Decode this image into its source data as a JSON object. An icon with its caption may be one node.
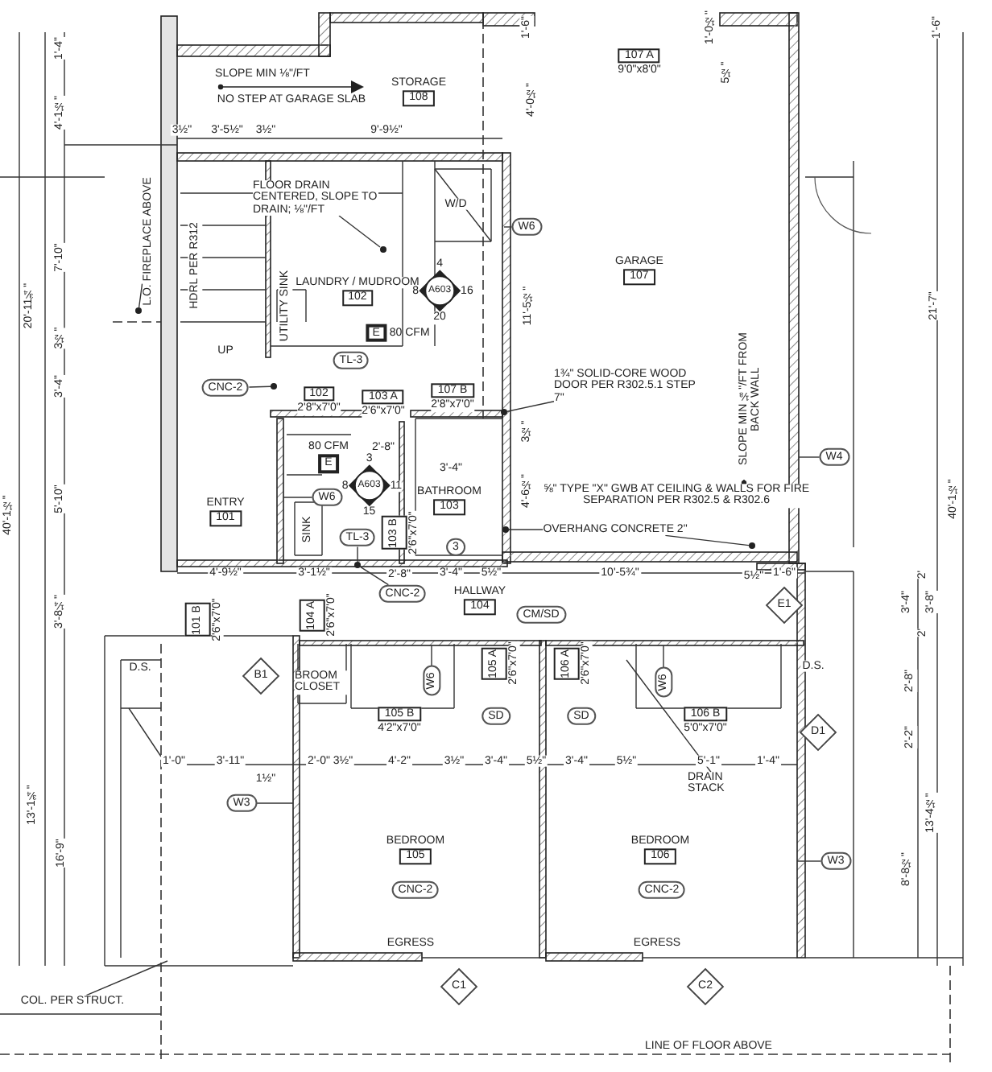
{
  "diagram": {
    "nodes": [
      {
        "text": [
          "108"
        ],
        "beside": [
          "STORAGE"
        ]
      },
      {
        "text": [
          "107 A"
        ],
        "beside": [
          "9'0\"x8'0\""
        ]
      },
      {
        "text": [
          "102"
        ],
        "beside": [
          "LAUNDRY / MUDROOM"
        ]
      },
      {
        "text": [
          "107"
        ],
        "beside": [
          "GARAGE"
        ]
      },
      {
        "text": [
          "A603"
        ],
        "beside": [
          "4",
          "8",
          "16",
          "20"
        ]
      },
      {
        "text": [
          "W6"
        ]
      },
      {
        "text": [
          "E"
        ],
        "beside": [
          "80 CFM"
        ]
      },
      {
        "text": [
          "TL-3"
        ]
      },
      {
        "text": [
          "CNC-2"
        ]
      },
      {
        "text": [
          "102"
        ],
        "beside": [
          "2'8\"x7'0\""
        ]
      },
      {
        "text": [
          "103 A"
        ],
        "beside": [
          "2'6\"x7'0\""
        ]
      },
      {
        "text": [
          "107 B"
        ],
        "beside": [
          "2'8\"x7'0\""
        ]
      },
      {
        "text": [
          "E"
        ],
        "beside": [
          "80 CFM"
        ]
      },
      {
        "text": [
          "A603"
        ],
        "beside": [
          "3",
          "8",
          "11",
          "15"
        ]
      },
      {
        "text": [
          "W6"
        ]
      },
      {
        "text": [
          "TL-3"
        ]
      },
      {
        "text": [
          "101"
        ],
        "beside": [
          "ENTRY"
        ]
      },
      {
        "text": [
          "103"
        ],
        "beside": [
          "BATHROOM"
        ]
      },
      {
        "text": [
          "3"
        ]
      },
      {
        "text": [
          "103 B"
        ],
        "beside": [
          "2'6\"x7'0\""
        ]
      },
      {
        "text": [
          "CNC-2"
        ]
      },
      {
        "text": [
          "104"
        ],
        "beside": [
          "HALLWAY"
        ]
      },
      {
        "text": [
          "CM/SD"
        ]
      },
      {
        "text": [
          "W4"
        ]
      },
      {
        "text": [
          "E1"
        ]
      },
      {
        "text": [
          "101 B"
        ],
        "beside": [
          "2'6\"x7'0\""
        ]
      },
      {
        "text": [
          "104 A"
        ],
        "beside": [
          "2'6\"x7'0\""
        ]
      },
      {
        "text": [
          "B1"
        ]
      },
      {
        "text": [
          "W6"
        ]
      },
      {
        "text": [
          "105 A"
        ],
        "beside": [
          "2'6\"x7'0\""
        ]
      },
      {
        "text": [
          "106 A"
        ],
        "beside": [
          "2'6\"x7'0\""
        ]
      },
      {
        "text": [
          "W6"
        ]
      },
      {
        "text": [
          "SD"
        ]
      },
      {
        "text": [
          "SD"
        ]
      },
      {
        "text": [
          "105 B"
        ],
        "beside": [
          "4'2\"x7'0\""
        ]
      },
      {
        "text": [
          "106 B"
        ],
        "beside": [
          "5'0\"x7'0\""
        ]
      },
      {
        "text": [
          "D1"
        ]
      },
      {
        "text": [
          "W3"
        ]
      },
      {
        "text": [
          "105"
        ],
        "beside": [
          "BEDROOM"
        ]
      },
      {
        "text": [
          "106"
        ],
        "beside": [
          "BEDROOM"
        ]
      },
      {
        "text": [
          "W3"
        ]
      },
      {
        "text": [
          "CNC-2"
        ]
      },
      {
        "text": [
          "CNC-2"
        ]
      },
      {
        "text": [
          "C1"
        ]
      },
      {
        "text": [
          "C2"
        ]
      },
      {
        "text": [
          "L.O. FIREPLACE ABOVE"
        ]
      },
      {
        "text": [
          "FLOOR DRAIN CENTERED, SLOPE TO DRAIN; ⅛\"/FT"
        ]
      },
      {
        "text": [
          "1¾\" SOLID-CORE WOOD DOOR PER R302.5.1 STEP 7\""
        ]
      },
      {
        "text": [
          "OVERHANG CONCRETE 2\""
        ]
      },
      {
        "text": [
          "DRAIN STACK"
        ]
      },
      {
        "text": [
          "COL. PER STRUCT."
        ]
      },
      {
        "text": [
          "BROOM CLOSET"
        ]
      },
      {
        "text": [],
        "shape": "circle"
      },
      {
        "text": [],
        "shape": "circle"
      },
      {
        "text": [],
        "shape": "circle"
      },
      {
        "text": [],
        "shape": "circle"
      },
      {
        "text": [],
        "shape": "circle"
      },
      {
        "text": [],
        "shape": "circle"
      },
      {
        "text": [],
        "shape": "circle"
      }
    ],
    "edges": [
      {
        "from": 5,
        "to": null,
        "arrow": "none"
      },
      {
        "from": 8,
        "to": 52,
        "arrow": "none"
      },
      {
        "from": 14,
        "to": null,
        "arrow": "none"
      },
      {
        "from": 15,
        "to": 53,
        "arrow": "none"
      },
      {
        "from": 20,
        "to": 53,
        "arrow": "none"
      },
      {
        "from": 23,
        "to": null,
        "arrow": "none"
      },
      {
        "from": 28,
        "to": null,
        "arrow": "none"
      },
      {
        "from": 31,
        "to": null,
        "arrow": "none"
      },
      {
        "from": 37,
        "to": null,
        "arrow": "none"
      },
      {
        "from": 40,
        "to": null,
        "arrow": "none"
      },
      {
        "from": 45,
        "to": 54,
        "arrow": "none"
      },
      {
        "from": 46,
        "to": 55,
        "arrow": "none"
      },
      {
        "from": 47,
        "to": 56,
        "arrow": "none"
      },
      {
        "from": 48,
        "to": 57,
        "arrow": "none"
      },
      {
        "from": 48,
        "to": 58,
        "arrow": "none"
      },
      {
        "from": 49,
        "to": null,
        "arrow": "none"
      },
      {
        "from": 50,
        "to": null,
        "arrow": "none"
      }
    ],
    "labels": [
      "1'-6\"",
      "1'-0½\"",
      "1'-6\"",
      "1'-4\"",
      "5½\"",
      "SLOPE MIN ⅛\"/FT",
      "NO STEP AT GARAGE SLAB",
      "4'-1½\"",
      "4'-0½\"",
      "3½\"",
      "3'-5½\"",
      "3½\"",
      "9'-9½\"",
      "W/D",
      "HDRL PER R312",
      "7'-10\"",
      "11'-5½\"",
      "21'-7\"",
      "20'-11¾\"",
      "UTILITY SINK",
      "3½\"",
      "UP",
      "3'-4\"",
      "3½\"",
      "2'-8\"",
      "SLOPE MIN ⅛\"/FT FROM BACK WALL",
      "3'-4\"",
      "4'-6½\"",
      "⅝\" TYPE \"X\" GWB AT CEILING & WALLS FOR FIRE SEPARATION PER R302.5 & R302.6",
      "5'-10\"",
      "40'-1½\"",
      "40'-1½\"",
      "SINK",
      "4'-9½\"",
      "3'-1½\"",
      "2'-8\"",
      "3'-4\"",
      "5½\"",
      "10'-5¾\"",
      "5½\"",
      "1'-6\"",
      "2'",
      "3'-4\"",
      "3'-8\"",
      "2'",
      "3'-8¼\"",
      "D.S.",
      "D.S.",
      "2'-8\"",
      "2'-2\"",
      "1'-0\"",
      "3'-11\"",
      "2'-0\"",
      "3½\"",
      "4'-2\"",
      "3½\"",
      "3'-4\"",
      "5½\"",
      "3'-4\"",
      "5½\"",
      "5'-1\"",
      "1'-4\"",
      "1½\"",
      "13'-1¾\"",
      "13'-4½\"",
      "16'-9\"",
      "8'-8½\"",
      "EGRESS",
      "EGRESS",
      "LINE OF FLOOR ABOVE"
    ]
  }
}
